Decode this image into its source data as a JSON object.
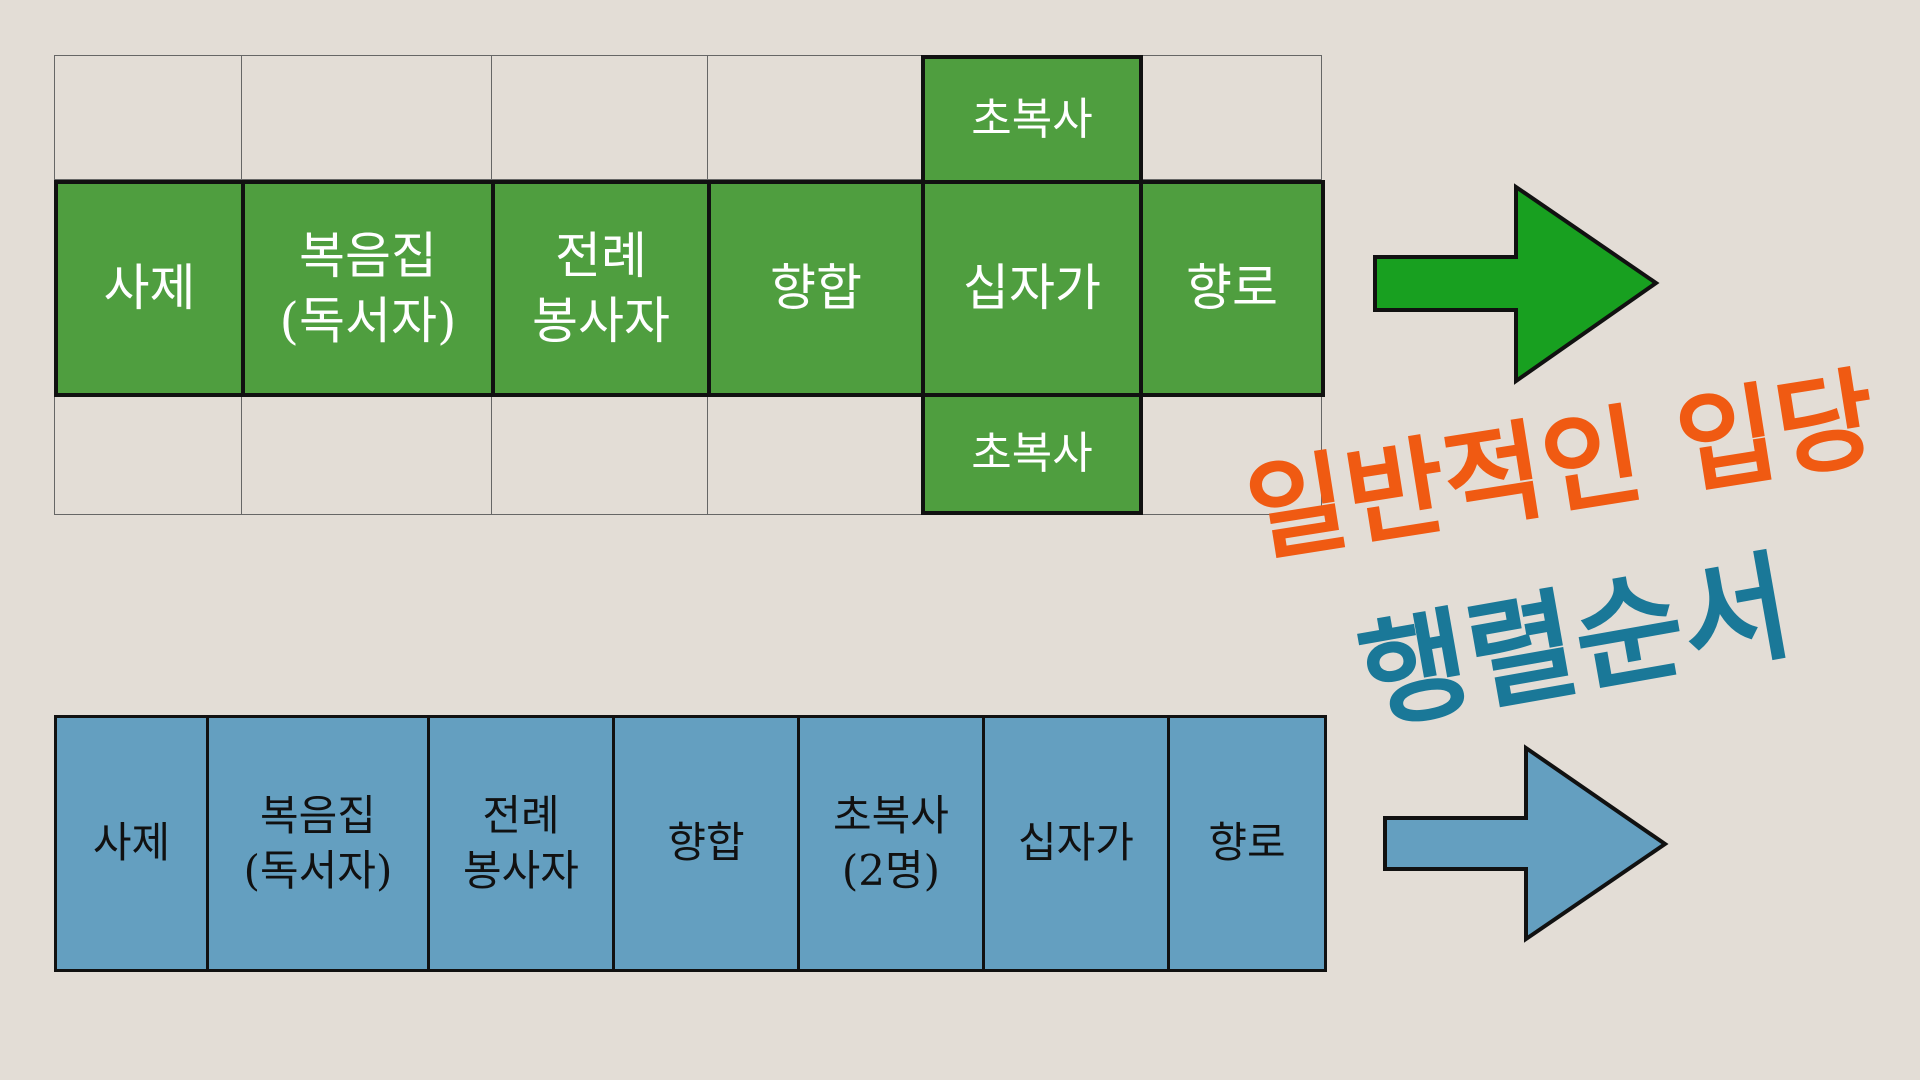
{
  "top_row": {
    "cells": [
      "사제",
      "복음집\n(독서자)",
      "전례\n봉사자",
      "향합",
      "십자가",
      "향로"
    ],
    "acolyte_top": "초복사",
    "acolyte_bottom": "초복사",
    "color": "#4f9e3f",
    "arrow_color": "#18a020"
  },
  "bottom_row": {
    "cells": [
      "사제",
      "복음집\n(독서자)",
      "전례\n봉사자",
      "향합",
      "초복사\n(2명)",
      "십자가",
      "향로"
    ],
    "color": "#649fc0"
  },
  "title": {
    "line1": "일반적인 입당",
    "line2": "행렬순서",
    "line1_color": "#f05a12",
    "line2_color": "#1a7898"
  }
}
